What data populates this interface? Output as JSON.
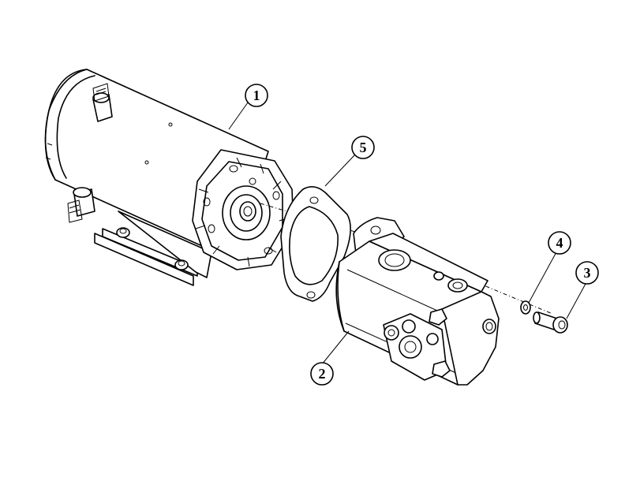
{
  "diagram": {
    "callouts": [
      {
        "id": "c1",
        "label": "1"
      },
      {
        "id": "c2",
        "label": "2"
      },
      {
        "id": "c3",
        "label": "3"
      },
      {
        "id": "c4",
        "label": "4"
      },
      {
        "id": "c5",
        "label": "5"
      }
    ]
  }
}
